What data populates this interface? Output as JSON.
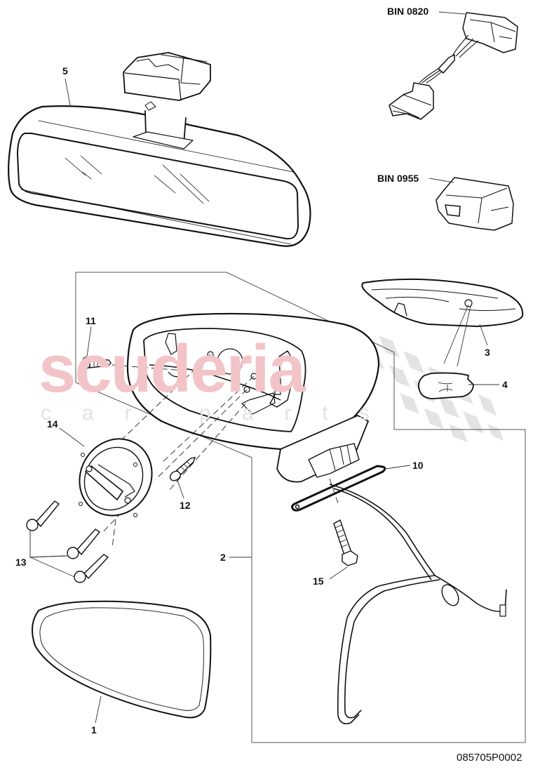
{
  "diagram": {
    "type": "exploded-parts-diagram",
    "subject": "Interior and exterior mirror assembly",
    "reference_code": "085705P0002",
    "watermark": {
      "main": "scuderia",
      "sub": "car parts"
    },
    "colors": {
      "line": "#111111",
      "frame": "#555555",
      "watermark_red": "#f2c4c8",
      "watermark_grey": "#e0e0e0"
    },
    "callouts": [
      {
        "id": "1",
        "label": "1",
        "part": "mirror glass"
      },
      {
        "id": "2",
        "label": "2",
        "part": "exterior mirror assembly"
      },
      {
        "id": "3",
        "label": "3",
        "part": "mirror lower cover"
      },
      {
        "id": "4",
        "label": "4",
        "part": "bulb"
      },
      {
        "id": "5",
        "label": "5",
        "part": "interior rear-view mirror"
      },
      {
        "id": "10",
        "label": "10",
        "part": "gasket"
      },
      {
        "id": "11",
        "label": "11",
        "part": "screw"
      },
      {
        "id": "12",
        "label": "12",
        "part": "screw"
      },
      {
        "id": "13",
        "label": "13",
        "part": "screws (x3)"
      },
      {
        "id": "14",
        "label": "14",
        "part": "mirror adjustment motor"
      },
      {
        "id": "15",
        "label": "15",
        "part": "bolt"
      },
      {
        "id": "bin0820",
        "label": "BIN 0820",
        "part": "adapter wiring harness"
      },
      {
        "id": "bin0955",
        "label": "BIN 0955",
        "part": "sensor module"
      }
    ]
  }
}
